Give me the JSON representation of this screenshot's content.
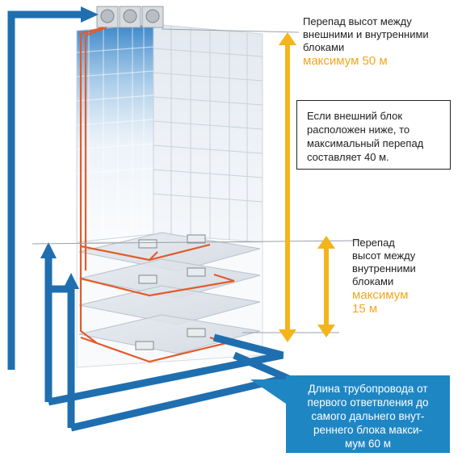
{
  "colors": {
    "arrow_blue": "#1f6fb0",
    "pipe_orange": "#e35b2a",
    "dimension_yellow": "#f3b51b",
    "callout_blue": "#1f86c4"
  },
  "labels": {
    "outdoor_indoor_diff": {
      "lines": [
        "Перепад высот между",
        "внешними и внутренними",
        "блоками"
      ],
      "value": "максимум 50 м"
    },
    "lower_outdoor_note": {
      "lines": [
        "Если внешний блок",
        "расположен ниже, то",
        "максимальный перепад",
        "составляет 40 м."
      ]
    },
    "indoor_indoor_diff": {
      "lines": [
        "Перепад",
        "высот между",
        "внутренними",
        "блоками"
      ],
      "value_lines": [
        "максимум",
        "15 м"
      ]
    },
    "pipe_length": {
      "lines": [
        "Длина трубопровода от",
        "первого ответвления до",
        "самого дальнего внут-",
        "реннего блока макси-",
        "мум 60 м"
      ]
    }
  }
}
